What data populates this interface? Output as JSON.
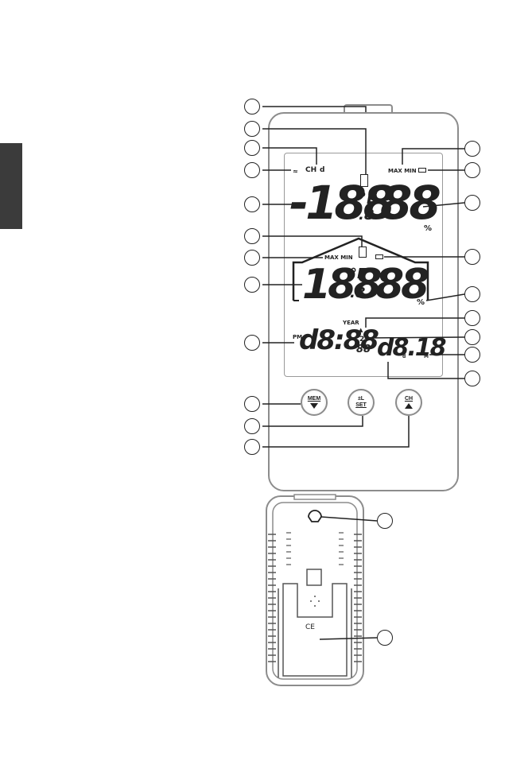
{
  "lcd": {
    "channel_label": "CH",
    "channel_value": "d",
    "maxmin_top": "MAX MIN",
    "outdoor_temp": "-188",
    "outdoor_temp_decimal": ".8",
    "outdoor_unit": "°E",
    "outdoor_humidity": "88",
    "percent_top": "%",
    "maxmin_indoor": "MAX MIN",
    "indoor_temp": "188",
    "indoor_temp_decimal": ".8",
    "indoor_unit": "°E",
    "indoor_humidity": "88",
    "percent_indoor": "%",
    "year_label": "YEAR",
    "pm_label": "PM",
    "time": "d8:88",
    "seconds": "88",
    "alarm_label": "2²",
    "date": "d8.18",
    "date_suffix_d": "d",
    "date_suffix_m": "M"
  },
  "buttons": {
    "mem_label": "MEM",
    "set_label_top": "±L",
    "set_label_bottom": "SET",
    "ch_label": "CH"
  },
  "back": {
    "ce_mark": "CE"
  }
}
